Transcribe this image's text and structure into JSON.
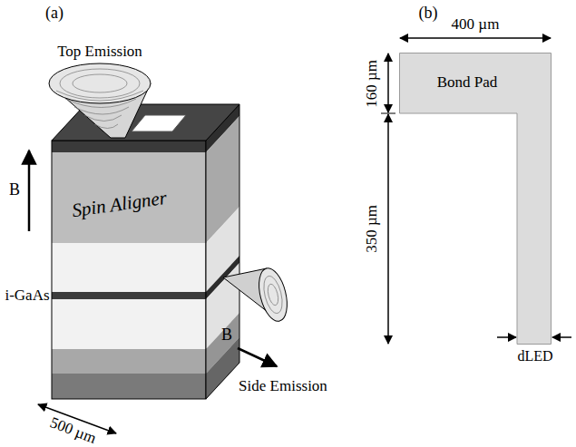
{
  "diagram": {
    "nodes": [
      {
        "text": [
          "Bond Pad"
        ]
      }
    ],
    "labels": [
      "(a)",
      "(b)",
      "Top Emission",
      "B",
      "Spin Aligner",
      "i-GaAs",
      "B",
      "Side Emission",
      "500 µm",
      "400 µm",
      "160 µm",
      "350 µm",
      "dLED"
    ]
  }
}
